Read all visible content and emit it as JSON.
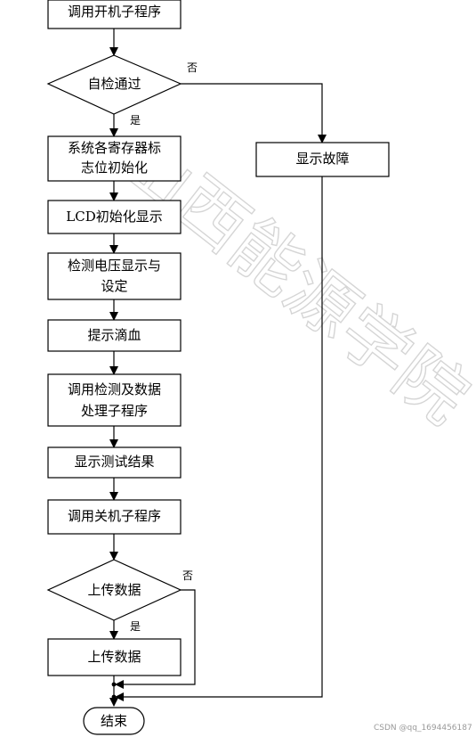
{
  "flowchart": {
    "nodes": [
      {
        "id": "call-poweron",
        "lines": [
          "调用开机子程序"
        ]
      },
      {
        "id": "self-check",
        "lines": [
          "自检通过"
        ]
      },
      {
        "id": "init-registers",
        "lines": [
          "系统各寄存器标",
          "志位初始化"
        ]
      },
      {
        "id": "show-fault",
        "lines": [
          "显示故障"
        ]
      },
      {
        "id": "lcd-init",
        "lines": [
          "LCD初始化显示"
        ]
      },
      {
        "id": "voltage",
        "lines": [
          "检测电压显示与",
          "设定"
        ]
      },
      {
        "id": "prompt-blood",
        "lines": [
          "提示滴血"
        ]
      },
      {
        "id": "call-detect",
        "lines": [
          "调用检测及数据",
          "处理子程序"
        ]
      },
      {
        "id": "show-result",
        "lines": [
          "显示测试结果"
        ]
      },
      {
        "id": "call-poweroff",
        "lines": [
          "调用关机子程序"
        ]
      },
      {
        "id": "upload-decision",
        "lines": [
          "上传数据"
        ]
      },
      {
        "id": "upload",
        "lines": [
          "上传数据"
        ]
      },
      {
        "id": "end",
        "lines": [
          "结束"
        ]
      }
    ],
    "labels": {
      "no": "否",
      "yes": "是"
    }
  },
  "watermark": "山西能源学院",
  "credit": "CSDN @qq_1694456187"
}
